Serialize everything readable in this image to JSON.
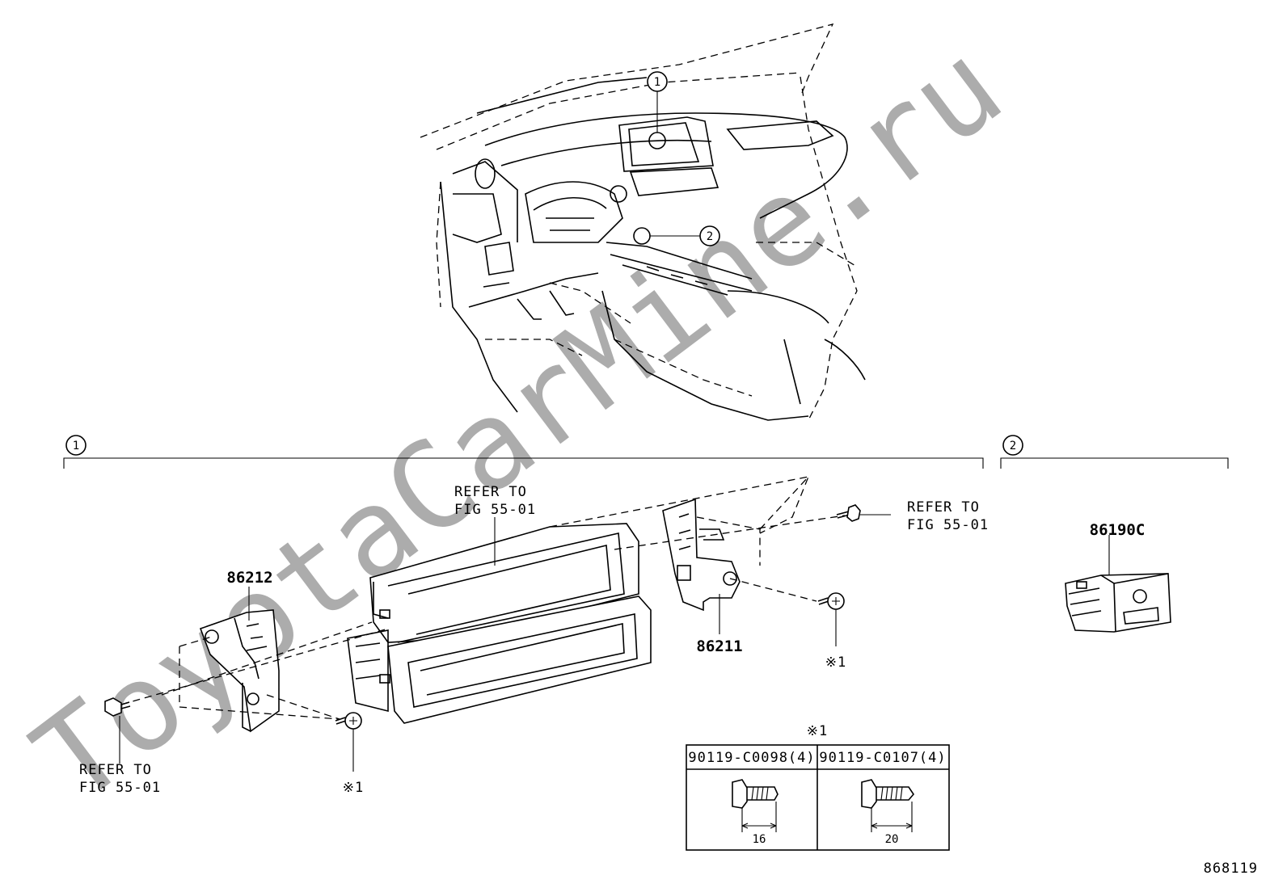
{
  "watermark": "ToyotaCarMine.ru",
  "figure_number": "868119",
  "callouts": {
    "c1": "1",
    "c2": "2",
    "group1_marker": "1",
    "group2_marker": "2"
  },
  "refer_labels": {
    "top_line1": "REFER TO",
    "top_line2": "FIG 55-01",
    "right_line1": "REFER TO",
    "right_line2": "FIG 55-01",
    "left_line1": "REFER TO",
    "left_line2": "FIG 55-01"
  },
  "parts": {
    "p86212": "86212",
    "p86211": "86211",
    "p86190c": "86190C"
  },
  "screw_marks": {
    "left": "※1",
    "right": "※1",
    "table": "※1"
  },
  "bolt_table": {
    "col1_header": "90119-C0098(4)",
    "col2_header": "90119-C0107(4)",
    "col1_dim": "16",
    "col2_dim": "20"
  }
}
